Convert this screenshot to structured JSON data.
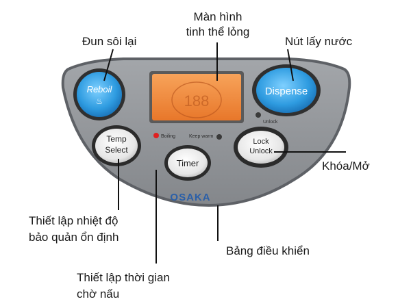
{
  "labels": {
    "reboil": "Đun sôi lại",
    "lcd_line1": "Màn hình",
    "lcd_line2": "tinh thể lỏng",
    "dispense": "Nút lấy nước",
    "lock": "Khóa/Mở",
    "temp_line1": "Thiết lập nhiệt độ",
    "temp_line2": "bảo quản ổn định",
    "panel": "Bảng điều khiển",
    "timer_line1": "Thiết lập thời gian",
    "timer_line2": "chờ nấu"
  },
  "panel": {
    "reboil_button": "Reboil",
    "dispense_button": "Dispense",
    "unlock_indicator": "Unlock",
    "temp_button_line1": "Temp",
    "temp_button_line2": "Select",
    "timer_button": "Timer",
    "lock_button_line1": "Lock",
    "lock_button_line2": "Unlock",
    "boiling_indicator": "Boiling",
    "keepwarm_indicator": "Keep warm",
    "lcd_digits": "188",
    "brand": "OSAKA"
  },
  "colors": {
    "panel": "#8e9196",
    "blue_button": "#3aa6e6",
    "lcd": "#f08a35",
    "indicator_red": "#e02020"
  }
}
